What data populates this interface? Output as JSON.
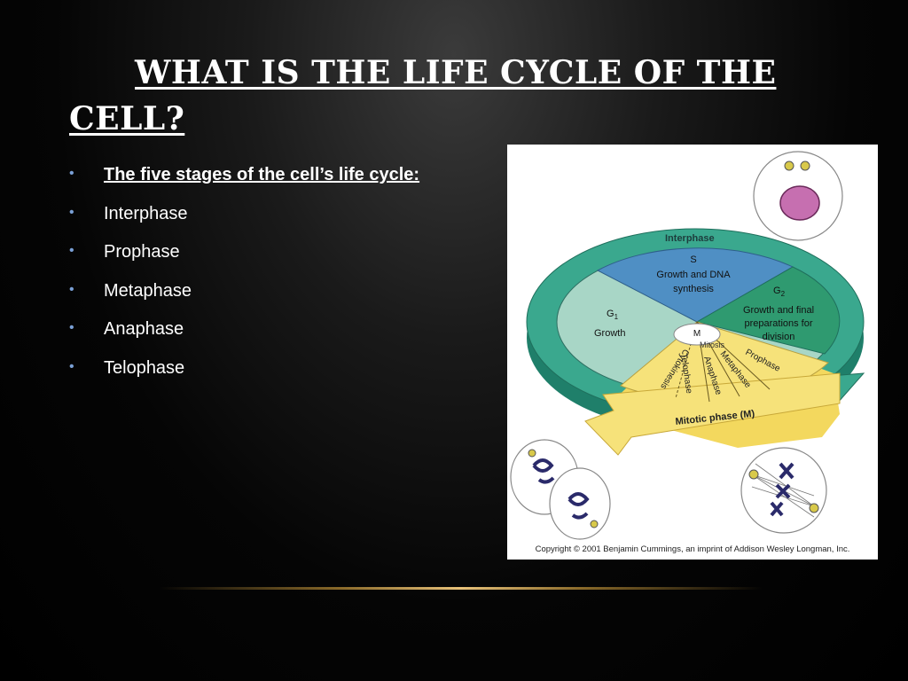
{
  "slide": {
    "title": "WHAT IS THE LIFE CYCLE OF THE CELL?",
    "bullets": [
      "The five stages of the cell’s life cycle:",
      "Interphase",
      "Prophase",
      "Metaphase",
      "Anaphase",
      "Telophase"
    ]
  },
  "figure": {
    "interphase": "Interphase",
    "s_label": "S",
    "s_text_1": "Growth and DNA",
    "s_text_2": "synthesis",
    "g1_label": "G",
    "g1_sub": "1",
    "g1_text": "Growth",
    "g2_label": "G",
    "g2_sub": "2",
    "g2_text_1": "Growth and final",
    "g2_text_2": "preparations for",
    "g2_text_3": "division",
    "m_label": "M",
    "mitosis": "Mitosis",
    "prophase": "Prophase",
    "metaphase": "Metaphase",
    "anaphase": "Anaphase",
    "telophase": "Telophase",
    "cytokinesis": "Cytokinesis",
    "mitotic_phase": "Mitotic phase (M)",
    "copyright": "Copyright © 2001 Benjamin Cummings, an imprint of Addison Wesley Longman, Inc."
  },
  "colors": {
    "background": "#000000",
    "bullet": "#7aa0d6",
    "interphase_ring": "#3aa88e",
    "s_phase": "#4f8fc4",
    "g1_phase": "#a8d6c6",
    "g2_phase": "#2f9a70",
    "mitotic": "#f6e27a",
    "accent_line": "#e8c27a"
  }
}
